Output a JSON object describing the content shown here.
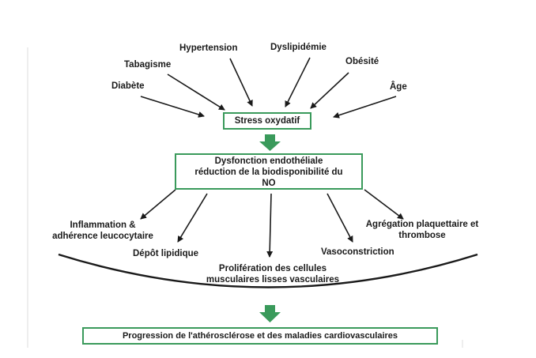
{
  "risk_factors": {
    "diabete": "Diabète",
    "tabagisme": "Tabagisme",
    "hypertension": "Hypertension",
    "dyslipidemie": "Dyslipidémie",
    "obesite": "Obésité",
    "age": "Âge"
  },
  "stress_box": "Stress oxydatif",
  "dysfunction_box": {
    "line1": "Dysfonction endothéliale",
    "line2": "réduction de la biodisponibilité du",
    "line3": "NO"
  },
  "effects": {
    "inflammation": [
      "Inflammation &",
      "adhérence leucocytaire"
    ],
    "lipid": "Dépôt lipidique",
    "proliferation": [
      "Prolifération des cellules",
      "musculaires lisses vasculaires"
    ],
    "vasoconstriction": "Vasoconstriction",
    "aggregation": [
      "Agrégation plaquettaire et",
      "thrombose"
    ]
  },
  "outcome_box": "Progression de l'athérosclérose et des maladies cardiovasculaires",
  "colors": {
    "accent": "#3a9a5b",
    "ink": "#1a1a1a"
  }
}
